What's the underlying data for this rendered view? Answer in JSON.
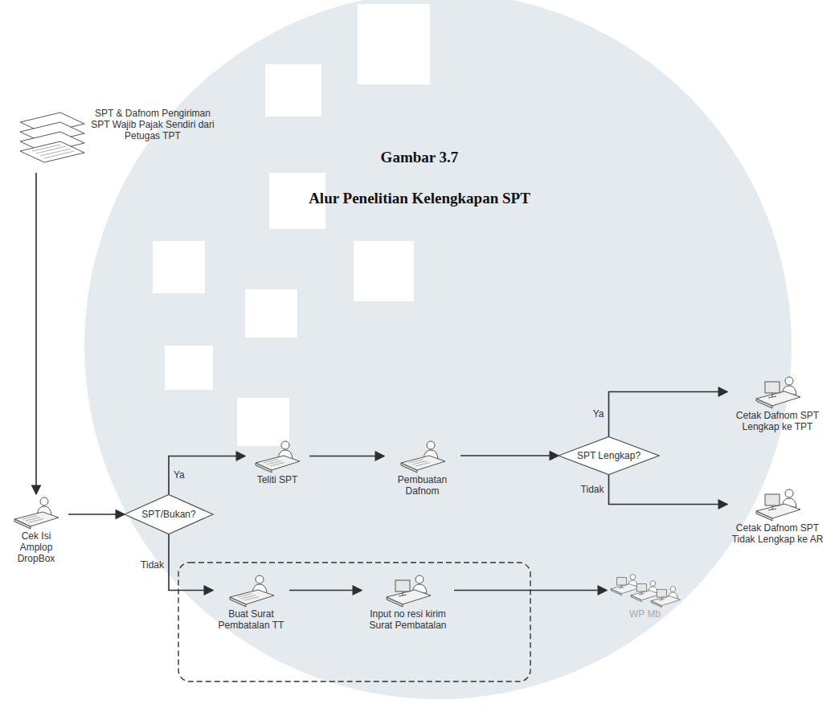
{
  "diagram": {
    "title": "Gambar 3.7",
    "caption": "Alur Penelitian Kelengkapan SPT",
    "nodes": [
      {
        "text": [
          "SPT & Dafnom Pengiriman SPT Wajib Pajak Sendiri dari Petugas TPT"
        ]
      },
      {
        "text": [
          "Cek Isi Amplop DropBox"
        ]
      },
      {
        "text": [
          "SPT/Bukan?"
        ]
      },
      {
        "text": [
          "Teliti SPT"
        ]
      },
      {
        "text": [
          "Pembuatan Dafnom"
        ]
      },
      {
        "text": [
          "SPT Lengkap?"
        ]
      },
      {
        "text": [
          "Cetak Dafnom SPT Lengkap ke TPT"
        ]
      },
      {
        "text": [
          "Cetak Dafnom SPT Tidak Lengkap ke AR"
        ]
      },
      {
        "text": [
          "Buat Surat Pembatalan TT"
        ]
      },
      {
        "text": [
          "Input no resi kirim Surat Pembatalan"
        ]
      },
      {
        "text": [
          "WP Mb"
        ]
      }
    ],
    "edges": [
      {
        "from": 0,
        "to": 1,
        "arrow": "to"
      },
      {
        "from": 1,
        "to": 2,
        "arrow": "to"
      },
      {
        "from": 2,
        "to": 3,
        "label": "Ya",
        "arrow": "to"
      },
      {
        "from": 3,
        "to": 4,
        "arrow": "to"
      },
      {
        "from": 4,
        "to": 5,
        "arrow": "to"
      },
      {
        "from": 5,
        "to": 6,
        "label": "Ya",
        "arrow": "to"
      },
      {
        "from": 5,
        "to": 7,
        "label": "Tidak",
        "arrow": "to"
      },
      {
        "from": 2,
        "to": 8,
        "label": "Tidak",
        "arrow": "to"
      },
      {
        "from": 8,
        "to": 9,
        "arrow": "to"
      },
      {
        "from": 9,
        "to": 10,
        "arrow": "to"
      }
    ]
  }
}
